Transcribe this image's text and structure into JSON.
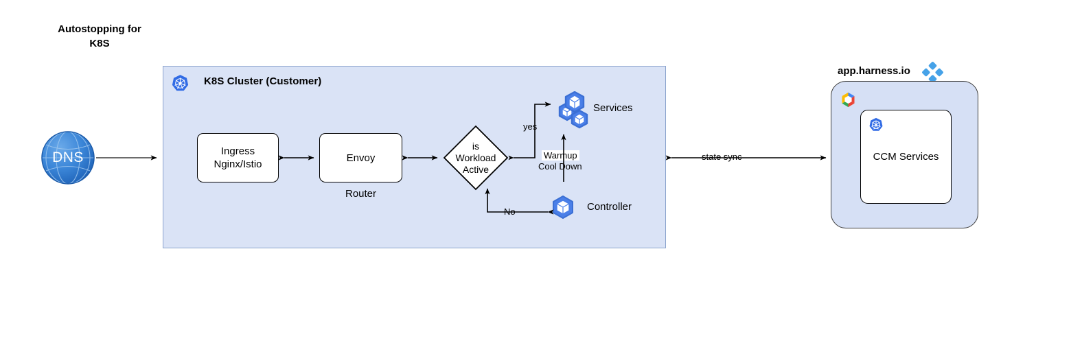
{
  "title": {
    "text": "Autostopping for\nK8S"
  },
  "cluster": {
    "title": "K8S Cluster (Customer)",
    "icon": "kubernetes-icon",
    "nodes": {
      "ingress": {
        "label": "Ingress\nNginx/Istio"
      },
      "envoy": {
        "label": "Envoy",
        "sublabel": "Router"
      },
      "decision": {
        "label": "is\nWorkload\nActive"
      },
      "services": {
        "label": "Services",
        "icon": "kubernetes-pods-icon"
      },
      "controller": {
        "label": "Controller",
        "icon": "kubernetes-pod-icon"
      }
    },
    "edges": {
      "yes": "yes",
      "no": "No",
      "warmup": "Warmup",
      "cooldown": "Cool Down"
    }
  },
  "dns": {
    "label": "DNS",
    "icon": "globe-icon"
  },
  "state_sync": {
    "label": "state sync"
  },
  "harness": {
    "title": "app.harness.io",
    "logo": "harness-logo-icon",
    "cloud_icon": "google-cloud-icon",
    "panel": {
      "service_box": {
        "label": "CCM Services",
        "icon": "kubernetes-icon"
      }
    }
  },
  "colors": {
    "cluster_fill": "#dae3f6",
    "cluster_border": "#8ba3cd",
    "harness_fill": "#d6e0f5",
    "harness_border": "#3c3c3c",
    "kubernetes_blue": "#326ce5",
    "pod_blue": "#4a7fe8",
    "dns_blue": "#2e7ad1",
    "harness_accent": "#46a2e8",
    "stroke": "#000000",
    "node_fill": "#ffffff"
  }
}
